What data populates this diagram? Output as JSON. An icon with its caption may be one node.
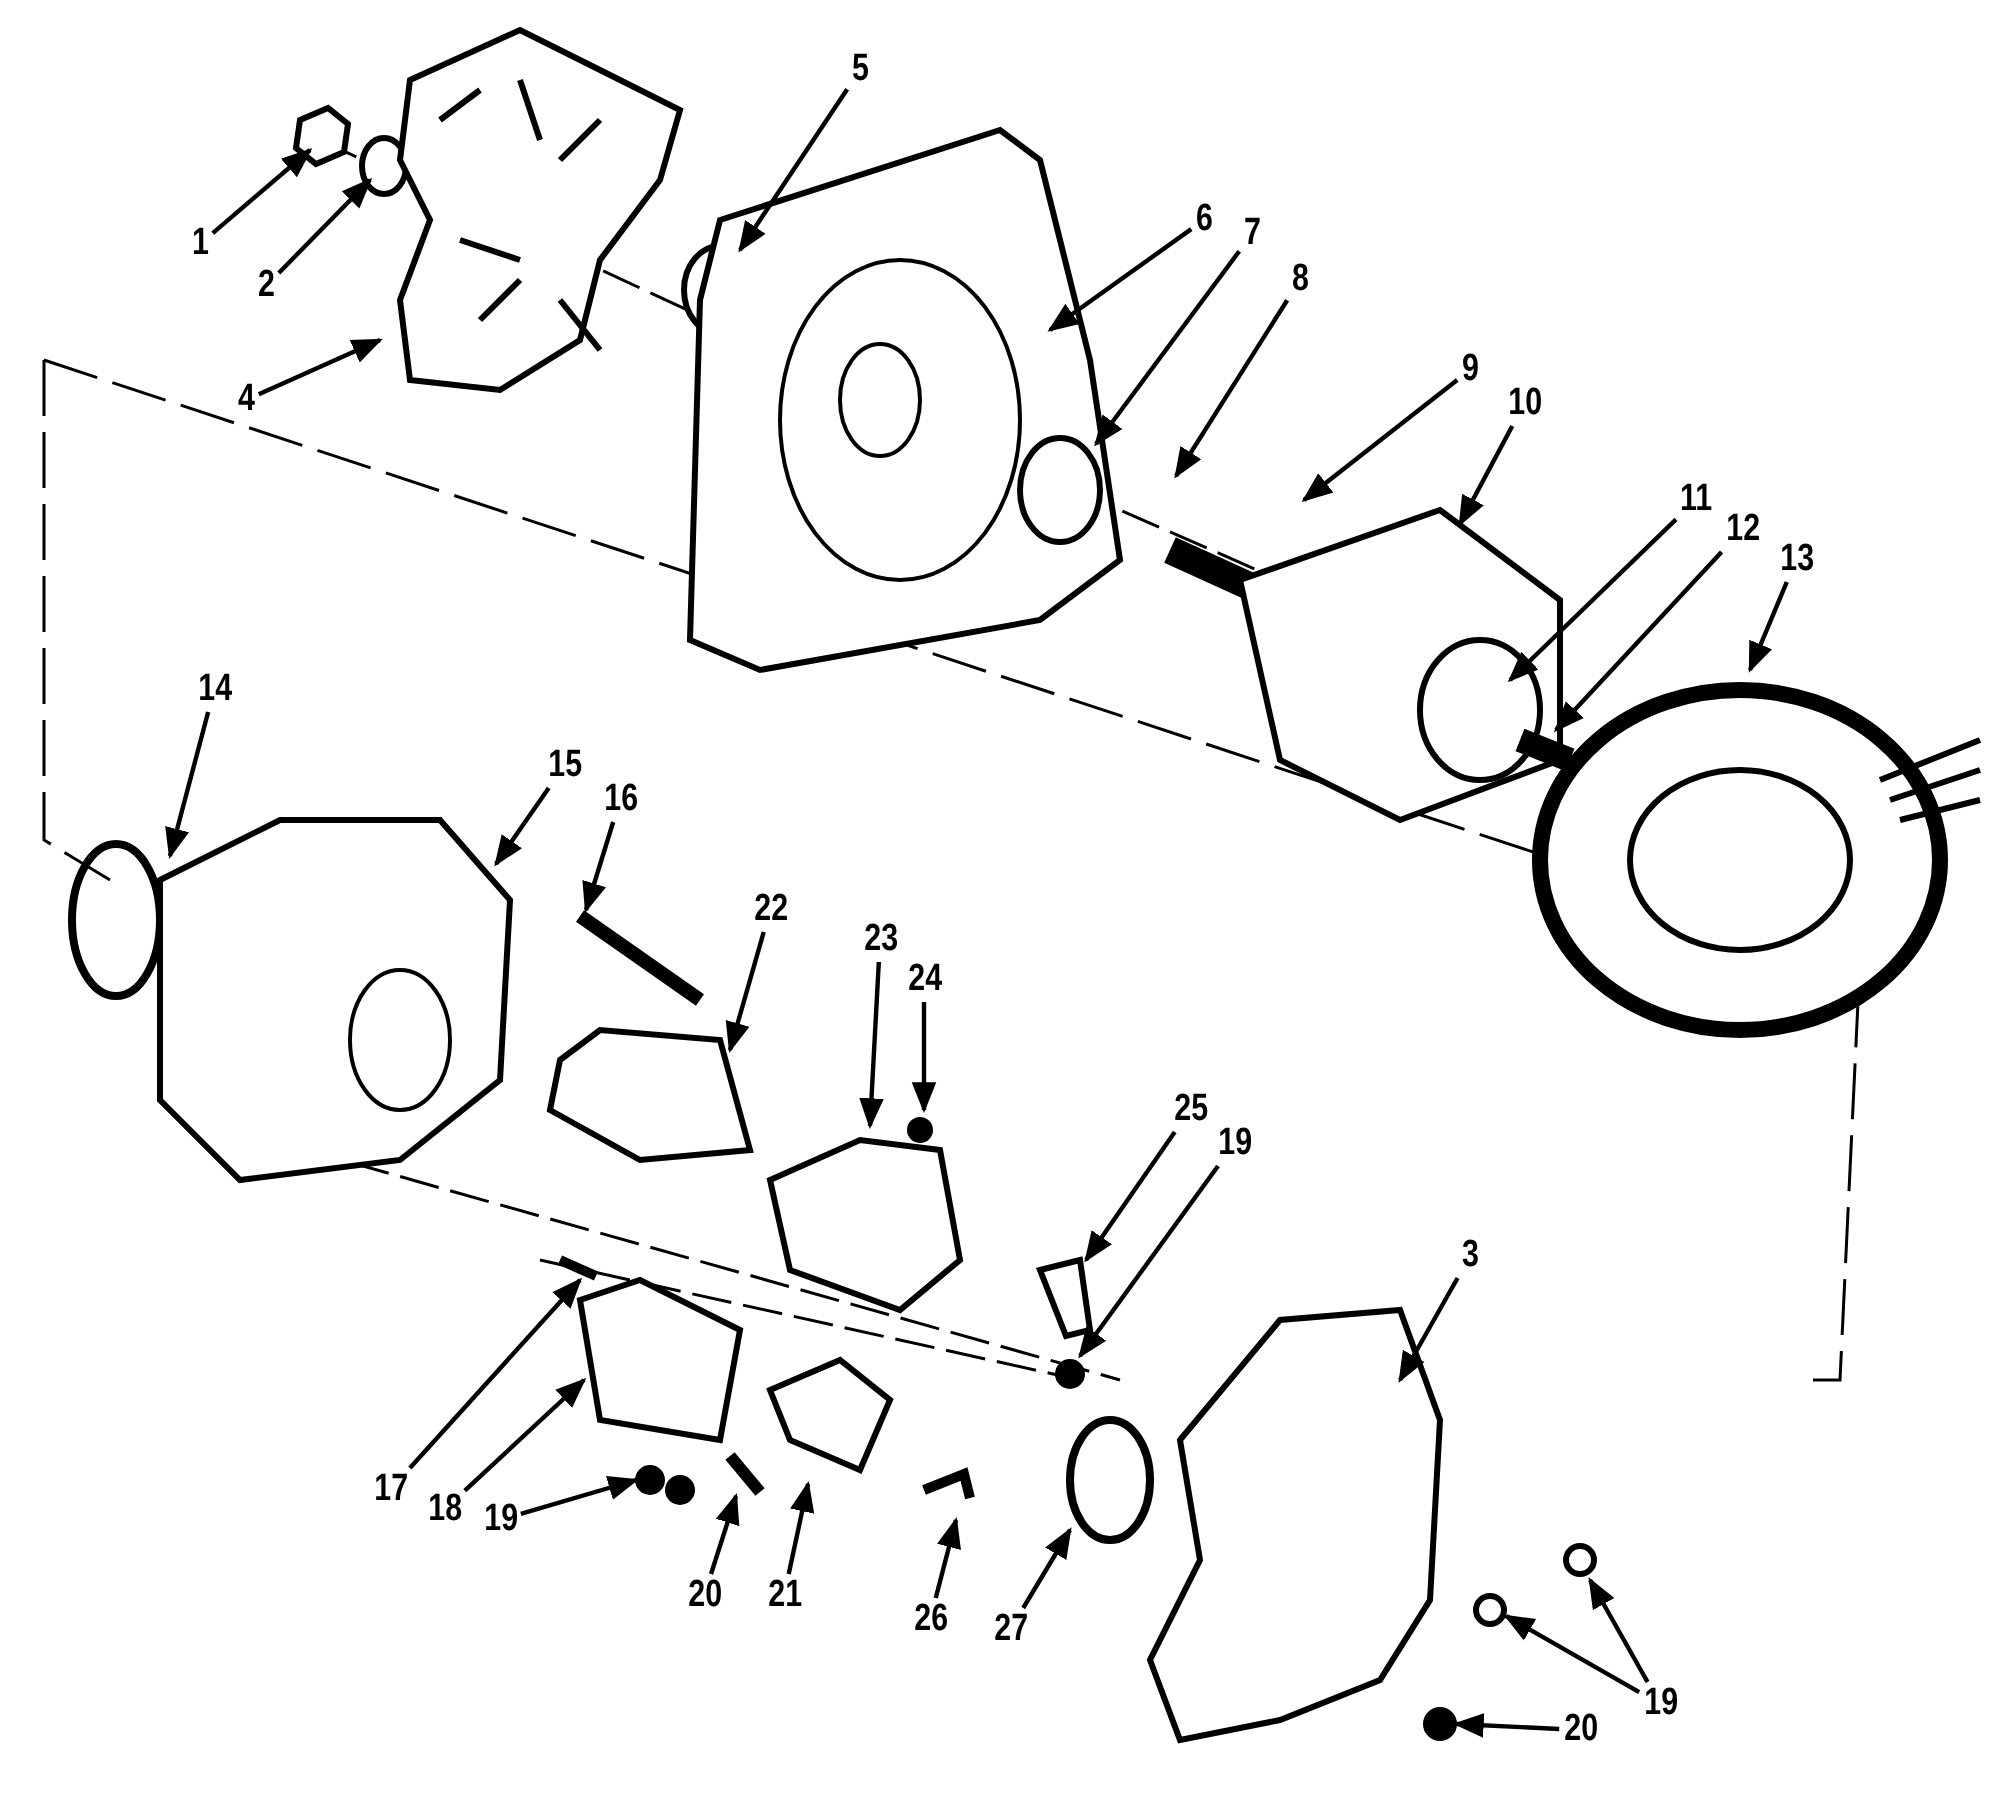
{
  "diagram": {
    "nodes": [
      {
        "text": [
          "1"
        ]
      },
      {
        "text": [
          "2"
        ]
      },
      {
        "text": [
          "4"
        ]
      },
      {
        "text": [
          "5"
        ]
      },
      {
        "text": [
          "6"
        ]
      },
      {
        "text": [
          "7"
        ]
      },
      {
        "text": [
          "8"
        ]
      },
      {
        "text": [
          "9"
        ]
      },
      {
        "text": [
          "10"
        ]
      },
      {
        "text": [
          "11"
        ]
      },
      {
        "text": [
          "12"
        ]
      },
      {
        "text": [
          "13"
        ]
      },
      {
        "text": [
          "14"
        ]
      },
      {
        "text": [
          "15"
        ]
      },
      {
        "text": [
          "16"
        ]
      },
      {
        "text": [
          "22"
        ]
      },
      {
        "text": [
          "23"
        ]
      },
      {
        "text": [
          "24"
        ]
      },
      {
        "text": [
          "25"
        ]
      },
      {
        "text": [
          "19"
        ]
      },
      {
        "text": [
          "3"
        ]
      },
      {
        "text": [
          "17"
        ]
      },
      {
        "text": [
          "18"
        ]
      },
      {
        "text": [
          "19"
        ]
      },
      {
        "text": [
          "20"
        ]
      },
      {
        "text": [
          "21"
        ]
      },
      {
        "text": [
          "26"
        ]
      },
      {
        "text": [
          "27"
        ]
      },
      {
        "text": [
          "19"
        ]
      },
      {
        "text": [
          "20"
        ]
      }
    ],
    "edges": [
      {
        "from": 0,
        "to": null,
        "arrow": "to"
      },
      {
        "from": 1,
        "to": null,
        "arrow": "to"
      },
      {
        "from": 2,
        "to": null,
        "arrow": "to"
      },
      {
        "from": 3,
        "to": null,
        "arrow": "to"
      },
      {
        "from": 4,
        "to": null,
        "arrow": "to"
      },
      {
        "from": 5,
        "to": null,
        "arrow": "to"
      },
      {
        "from": 6,
        "to": null,
        "arrow": "to"
      },
      {
        "from": 7,
        "to": null,
        "arrow": "to"
      },
      {
        "from": 8,
        "to": null,
        "arrow": "to"
      },
      {
        "from": 9,
        "to": null,
        "arrow": "to"
      },
      {
        "from": 10,
        "to": null,
        "arrow": "to"
      },
      {
        "from": 11,
        "to": null,
        "arrow": "to"
      },
      {
        "from": 12,
        "to": null,
        "arrow": "to"
      },
      {
        "from": 13,
        "to": null,
        "arrow": "to"
      },
      {
        "from": 14,
        "to": null,
        "arrow": "to"
      },
      {
        "from": 15,
        "to": null,
        "arrow": "to"
      },
      {
        "from": 16,
        "to": null,
        "arrow": "to"
      },
      {
        "from": 17,
        "to": null,
        "arrow": "to"
      },
      {
        "from": 18,
        "to": null,
        "arrow": "to"
      },
      {
        "from": 19,
        "to": null,
        "arrow": "to"
      },
      {
        "from": 20,
        "to": null,
        "arrow": "to"
      },
      {
        "from": 21,
        "to": null,
        "arrow": "to"
      },
      {
        "from": 22,
        "to": null,
        "arrow": "to"
      },
      {
        "from": 23,
        "to": null,
        "arrow": "to"
      },
      {
        "from": 24,
        "to": null,
        "arrow": "to"
      },
      {
        "from": 25,
        "to": null,
        "arrow": "to"
      },
      {
        "from": 26,
        "to": null,
        "arrow": "to"
      },
      {
        "from": 27,
        "to": null,
        "arrow": "to"
      },
      {
        "from": 28,
        "to": null,
        "arrow": "to"
      },
      {
        "from": 28,
        "to": null,
        "arrow": "to"
      },
      {
        "from": 29,
        "to": null,
        "arrow": "to"
      }
    ]
  }
}
